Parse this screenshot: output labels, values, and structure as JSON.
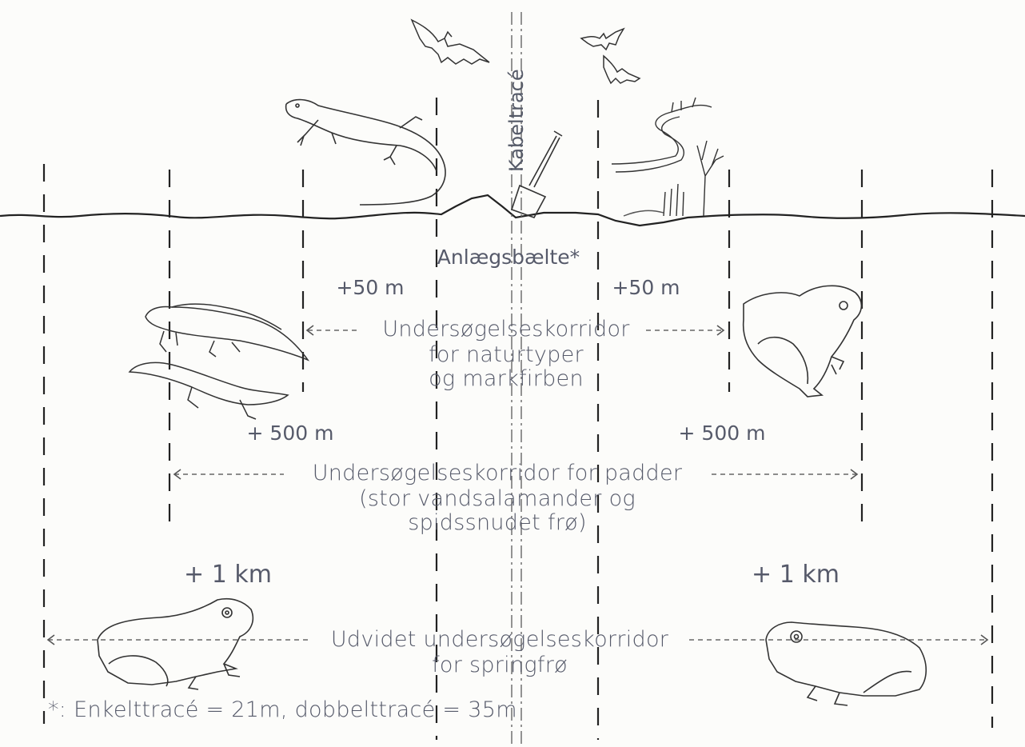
{
  "labels": {
    "kabeltrace": "Kabeltracé",
    "anlaegsbaelte": "Anlægsbælte*",
    "plus50_left": "+50 m",
    "plus50_right": "+50 m",
    "plus500_left": "+ 500 m",
    "plus500_right": "+ 500 m",
    "plus1km_left": "+ 1 km",
    "plus1km_right": "+ 1 km"
  },
  "corridors": {
    "naturtyper": [
      "Undersøgelseskorridor",
      "for naturtyper",
      "og markfirben"
    ],
    "padder": [
      "Undersøgelseskorridor for padder",
      "(stor vandsalamander og",
      "spidssnudet frø)"
    ],
    "springfroe": [
      "Udvidet undersøgelseskorridor",
      "for springfrø"
    ]
  },
  "footnote": "*: Enkelttracé = 21m, dobbelttracé = 35m",
  "illustrations": [
    "bat-icon",
    "lizard-icon",
    "spade-icon",
    "wetland-icon",
    "newt-icon",
    "toad-icon",
    "frog-icon"
  ],
  "colors": {
    "ink": "#555a68",
    "line": "#2a2a2a",
    "paper": "#fcfcfa"
  }
}
